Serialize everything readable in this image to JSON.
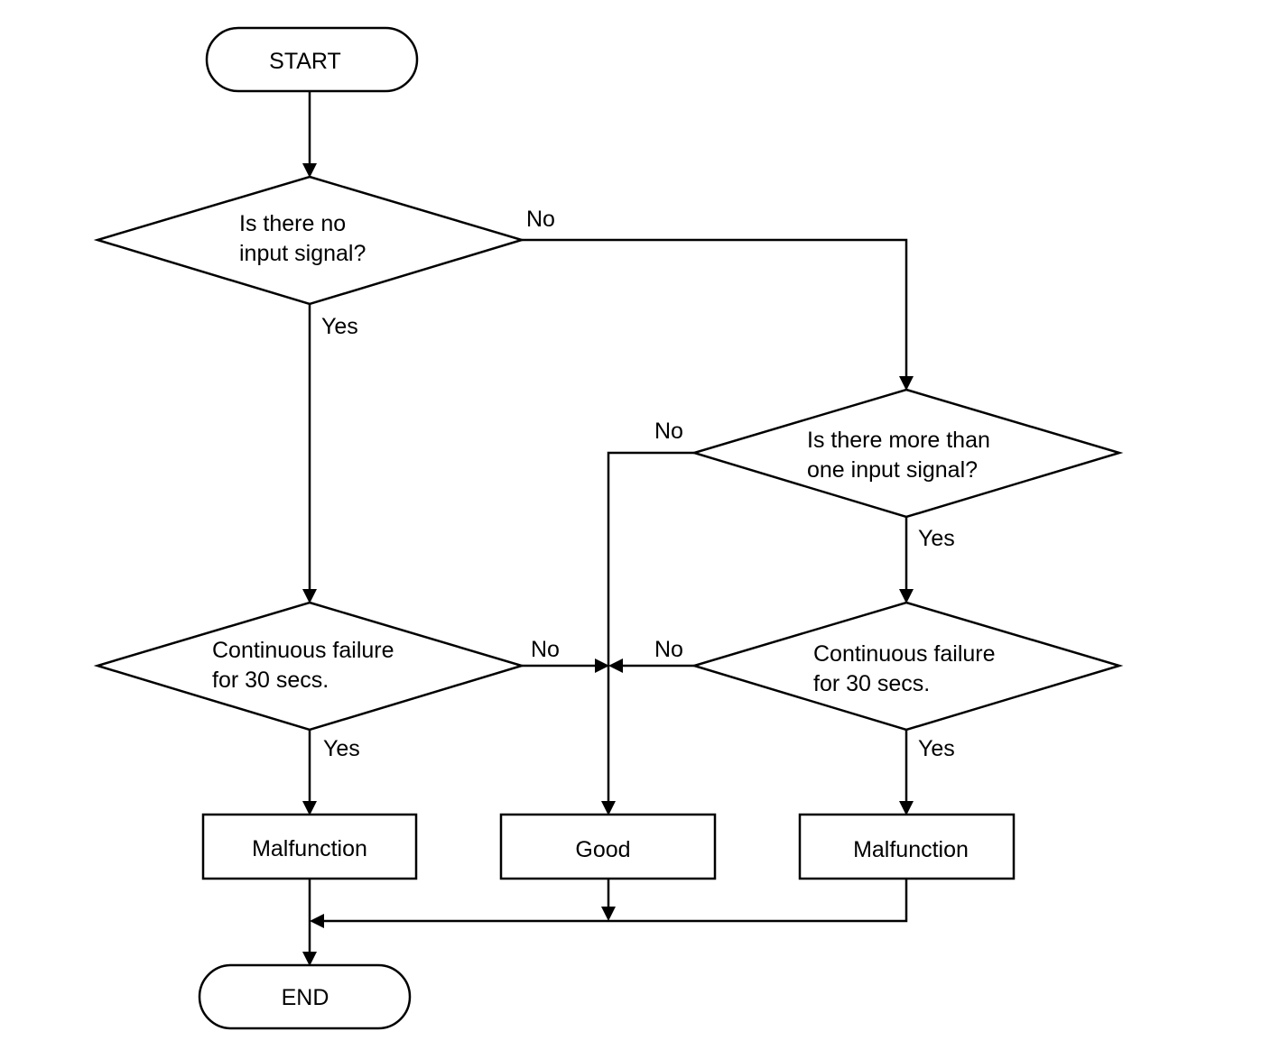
{
  "flowchart": {
    "start": "START",
    "end": "END",
    "decisions": {
      "no_input": [
        "Is there no",
        "input signal?"
      ],
      "more_than_one": [
        "Is there more than",
        "one input signal?"
      ],
      "continuous_left": [
        "Continuous failure",
        "for 30 secs."
      ],
      "continuous_right": [
        "Continuous failure",
        "for 30 secs."
      ]
    },
    "processes": {
      "malfunction_left": "Malfunction",
      "good": "Good",
      "malfunction_right": "Malfunction"
    },
    "branch_labels": {
      "no_input_no": "No",
      "no_input_yes": "Yes",
      "more_no": "No",
      "more_yes": "Yes",
      "cont_left_no": "No",
      "cont_left_yes": "Yes",
      "cont_right_no": "No",
      "cont_right_yes": "Yes"
    }
  }
}
